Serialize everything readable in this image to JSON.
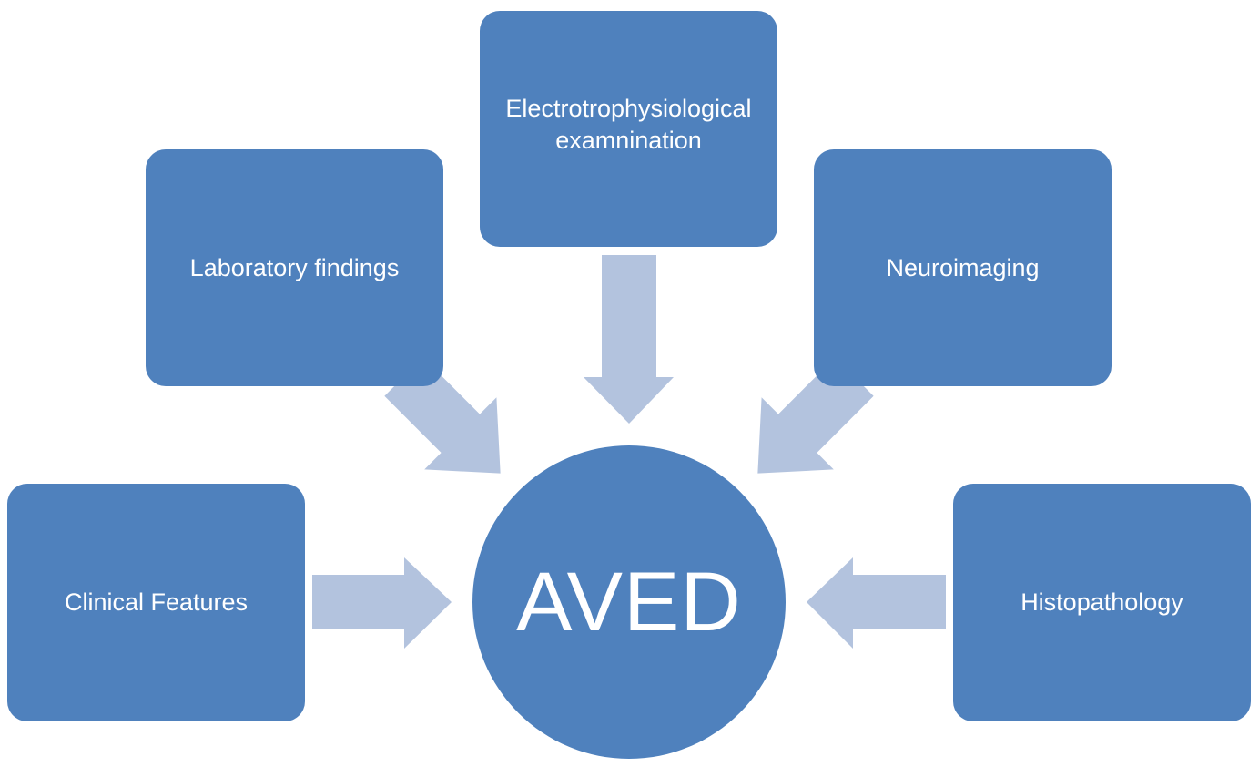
{
  "diagram": {
    "center": {
      "label": "AVED"
    },
    "sources": [
      {
        "id": "clinical",
        "label": "Clinical Features"
      },
      {
        "id": "lab",
        "label": "Laboratory findings"
      },
      {
        "id": "electro",
        "label": "Electrotrophysiological\nexamnination"
      },
      {
        "id": "neuro",
        "label": "Neuroimaging"
      },
      {
        "id": "histo",
        "label": "Histopathology"
      }
    ],
    "colors": {
      "box_fill": "#4F81BD",
      "arrow_fill": "#B3C3DE",
      "text": "#FFFFFF"
    }
  }
}
